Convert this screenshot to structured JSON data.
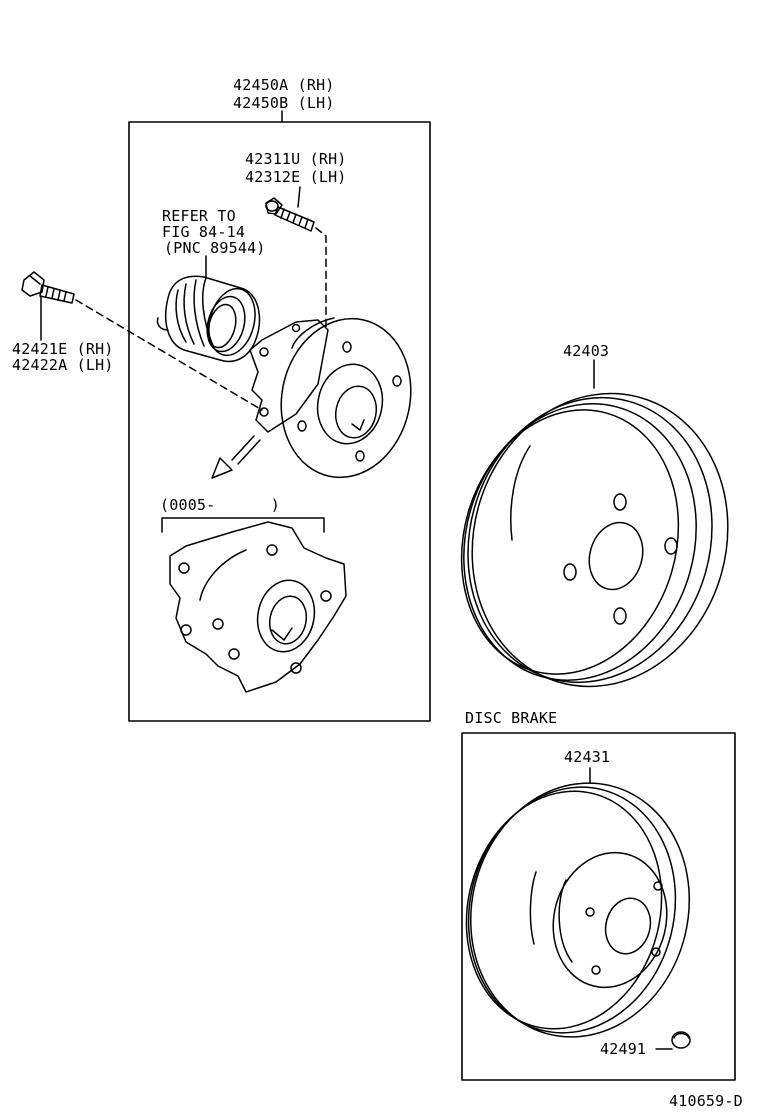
{
  "labels": {
    "assembly_rh": "42450A (RH)",
    "assembly_lh": "42450B (LH)",
    "stud_rh": "42311U (RH)",
    "stud_lh": "42312E (LH)",
    "refer_1": "REFER TO",
    "refer_2": "FIG 84-14",
    "refer_3": "(PNC 89544)",
    "bolt_rh": "42421E (RH)",
    "bolt_lh": "42422A (LH)",
    "variant_date": "(0005-      )",
    "drum": "42403",
    "disc_section": "DISC BRAKE",
    "disc": "42431",
    "plug": "42491",
    "figure_id": "410659-D"
  }
}
